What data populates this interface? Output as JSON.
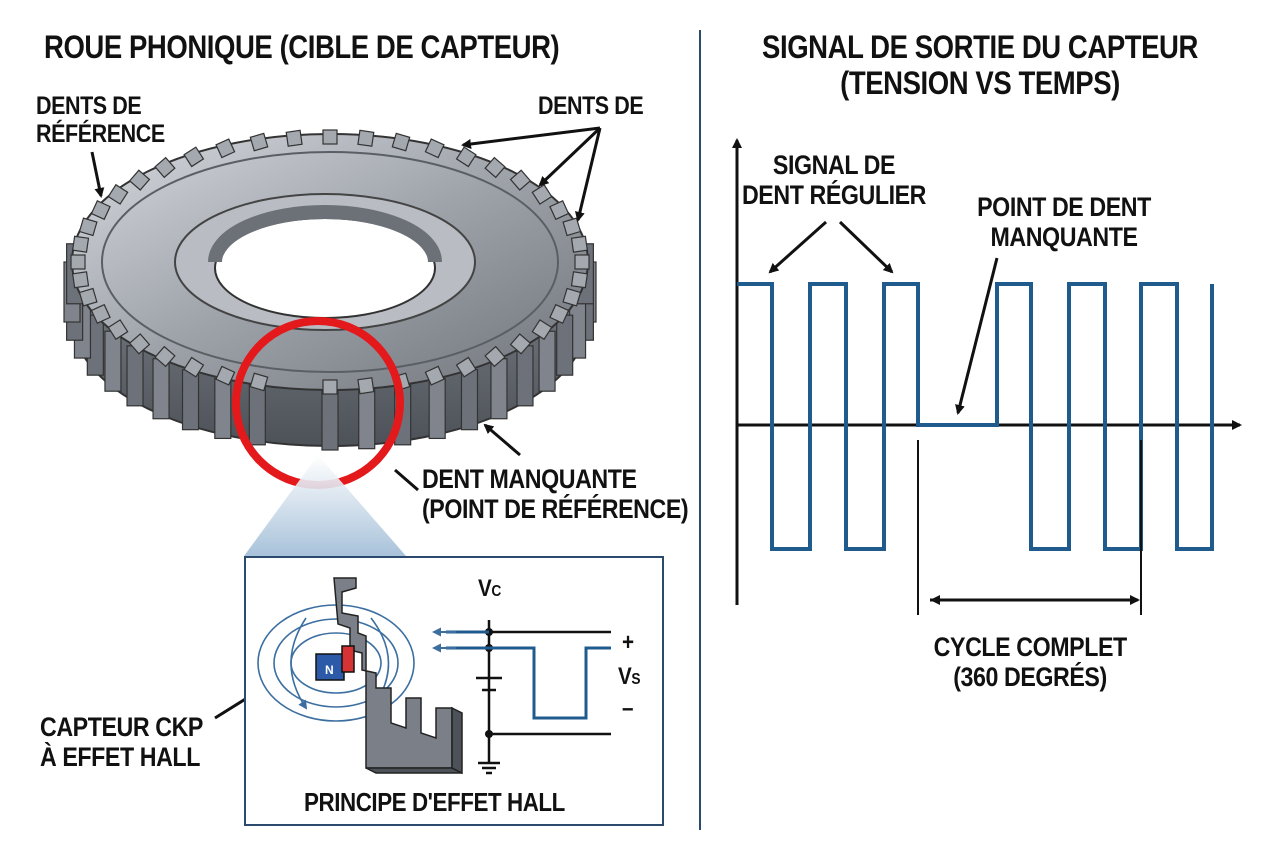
{
  "left": {
    "title": "ROUE PHONIQUE (CIBLE DE CAPTEUR)",
    "ref_teeth_line1": "DENTS DE",
    "ref_teeth_line2": "RÉFÉRENCE",
    "teeth_label": "DENTS DE",
    "missing_line1": "DENT MANQUANTE",
    "missing_line2": "(POINT DE RÉFÉRENCE)",
    "sensor_line1": "CAPTEUR CKP",
    "sensor_line2": "À EFFET HALL"
  },
  "inset": {
    "title": "PRINCIPE D'EFFET HALL",
    "vc_main": "V",
    "vc_sub": "C",
    "vs_main": "V",
    "vs_sub": "S",
    "plus": "+",
    "minus": "–",
    "magnet_label": "N"
  },
  "right": {
    "title_line1": "SIGNAL DE SORTIE DU CAPTEUR",
    "title_line2": "(TENSION VS TEMPS)",
    "regular_line1": "SIGNAL DE",
    "regular_line2": "DENT RÉGULIER",
    "missing_line1": "POINT DE DENT",
    "missing_line2": "MANQUANTE",
    "cycle_line1": "CYCLE COMPLET",
    "cycle_line2": "(360 DEGRÉS)"
  },
  "colors": {
    "signal": "#1f5b8c",
    "ring": "#e3191c",
    "steel": "#8a9099",
    "frame": "#2c4a6e"
  }
}
